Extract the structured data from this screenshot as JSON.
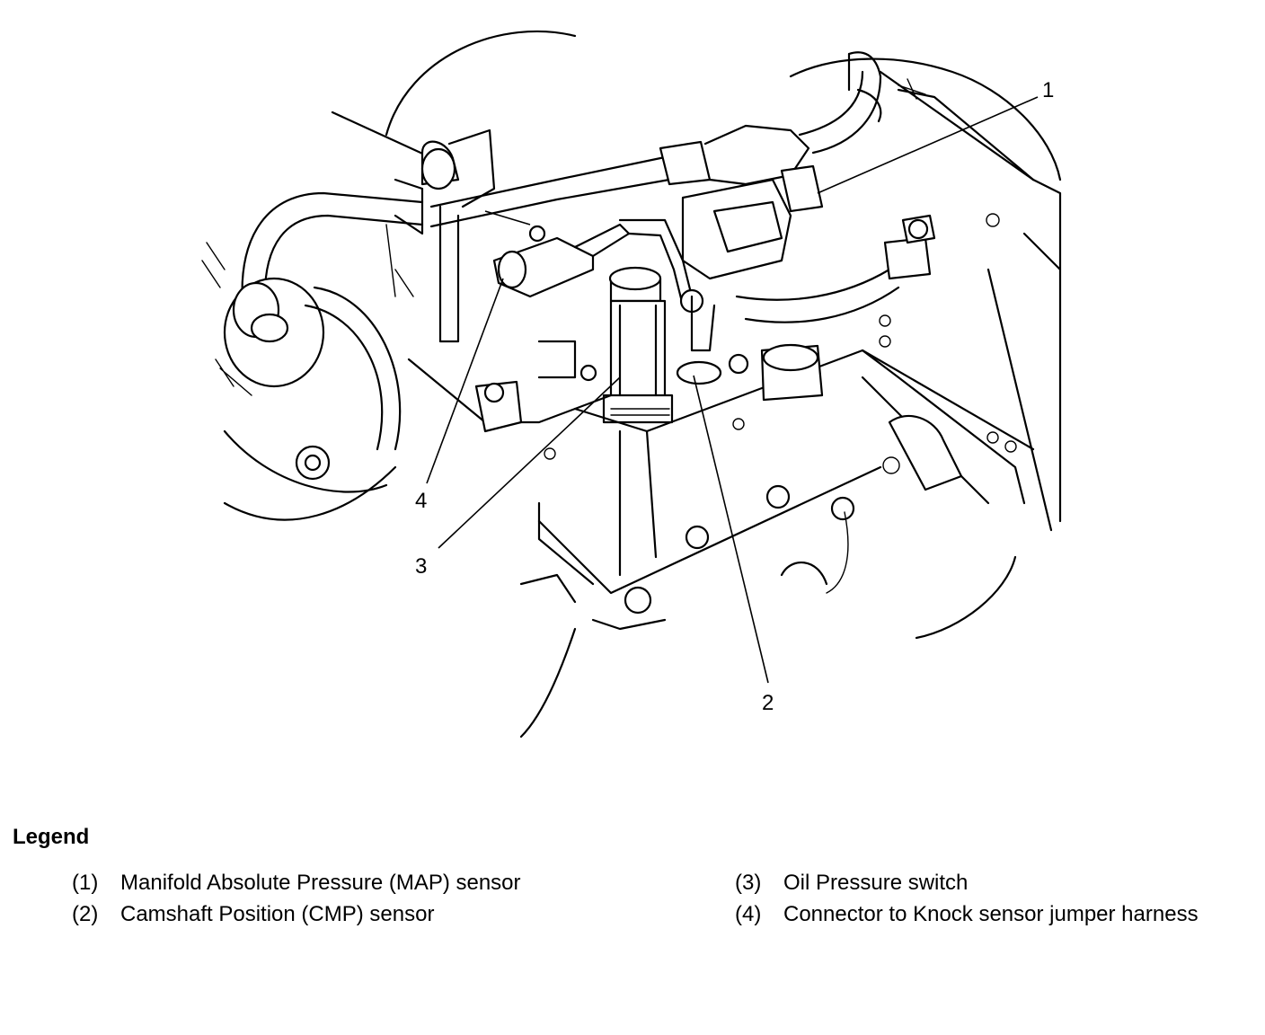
{
  "callouts": {
    "c1": "1",
    "c2": "2",
    "c3": "3",
    "c4": "4"
  },
  "legend": {
    "title": "Legend",
    "items": [
      {
        "number": "(1)",
        "label": "Manifold Absolute Pressure (MAP) sensor"
      },
      {
        "number": "(2)",
        "label": "Camshaft Position (CMP) sensor"
      },
      {
        "number": "(3)",
        "label": "Oil Pressure switch"
      },
      {
        "number": "(4)",
        "label": "Connector to Knock sensor jumper harness"
      }
    ]
  }
}
